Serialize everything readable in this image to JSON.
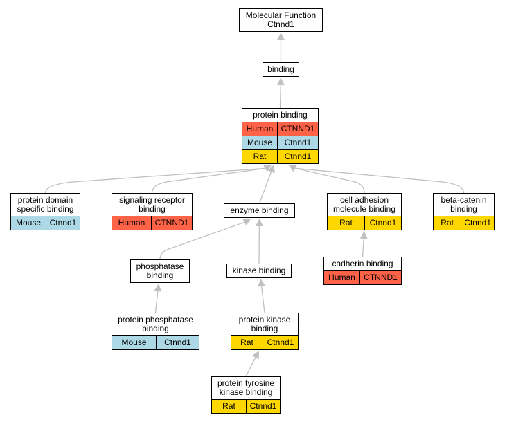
{
  "colors": {
    "human": "#ff6347",
    "mouse": "#add8e6",
    "rat": "#ffd700",
    "edge": "#c0c0c0"
  },
  "nodes": {
    "mf": {
      "label": "Molecular Function\nCtnnd1",
      "rows": []
    },
    "bind": {
      "label": "binding",
      "rows": []
    },
    "prot": {
      "label": "protein binding",
      "rows": [
        {
          "species": "Human",
          "gene": "CTNND1",
          "color": "human"
        },
        {
          "species": "Mouse",
          "gene": "Ctnnd1",
          "color": "mouse"
        },
        {
          "species": "Rat",
          "gene": "Ctnnd1",
          "color": "rat"
        }
      ]
    },
    "pdom": {
      "label": "protein domain\nspecific binding",
      "rows": [
        {
          "species": "Mouse",
          "gene": "Ctnnd1",
          "color": "mouse"
        }
      ]
    },
    "sig": {
      "label": "signaling receptor\nbinding",
      "rows": [
        {
          "species": "Human",
          "gene": "CTNND1",
          "color": "human"
        }
      ]
    },
    "enz": {
      "label": "enzyme binding",
      "rows": []
    },
    "cell": {
      "label": "cell adhesion\nmolecule binding",
      "rows": [
        {
          "species": "Rat",
          "gene": "Ctnnd1",
          "color": "rat"
        }
      ]
    },
    "beta": {
      "label": "beta-catenin\nbinding",
      "rows": [
        {
          "species": "Rat",
          "gene": "Ctnnd1",
          "color": "rat"
        }
      ]
    },
    "phos": {
      "label": "phosphatase\nbinding",
      "rows": []
    },
    "kin": {
      "label": "kinase binding",
      "rows": []
    },
    "cad": {
      "label": "cadherin binding",
      "rows": [
        {
          "species": "Human",
          "gene": "CTNND1",
          "color": "human"
        }
      ]
    },
    "pphos": {
      "label": "protein phosphatase\nbinding",
      "rows": [
        {
          "species": "Mouse",
          "gene": "Ctnnd1",
          "color": "mouse"
        }
      ]
    },
    "pkin": {
      "label": "protein kinase\nbinding",
      "rows": [
        {
          "species": "Rat",
          "gene": "Ctnnd1",
          "color": "rat"
        }
      ]
    },
    "ptyr": {
      "label": "protein tyrosine\nkinase binding",
      "rows": [
        {
          "species": "Rat",
          "gene": "Ctnnd1",
          "color": "rat"
        }
      ]
    }
  },
  "edges": [
    {
      "from": "bind",
      "to": "mf"
    },
    {
      "from": "prot",
      "to": "bind"
    },
    {
      "from": "pdom",
      "to": "prot"
    },
    {
      "from": "sig",
      "to": "prot"
    },
    {
      "from": "enz",
      "to": "prot"
    },
    {
      "from": "cell",
      "to": "prot"
    },
    {
      "from": "beta",
      "to": "prot"
    },
    {
      "from": "phos",
      "to": "enz"
    },
    {
      "from": "kin",
      "to": "enz"
    },
    {
      "from": "cad",
      "to": "cell"
    },
    {
      "from": "pphos",
      "to": "phos"
    },
    {
      "from": "pkin",
      "to": "kin"
    },
    {
      "from": "ptyr",
      "to": "pkin"
    }
  ]
}
